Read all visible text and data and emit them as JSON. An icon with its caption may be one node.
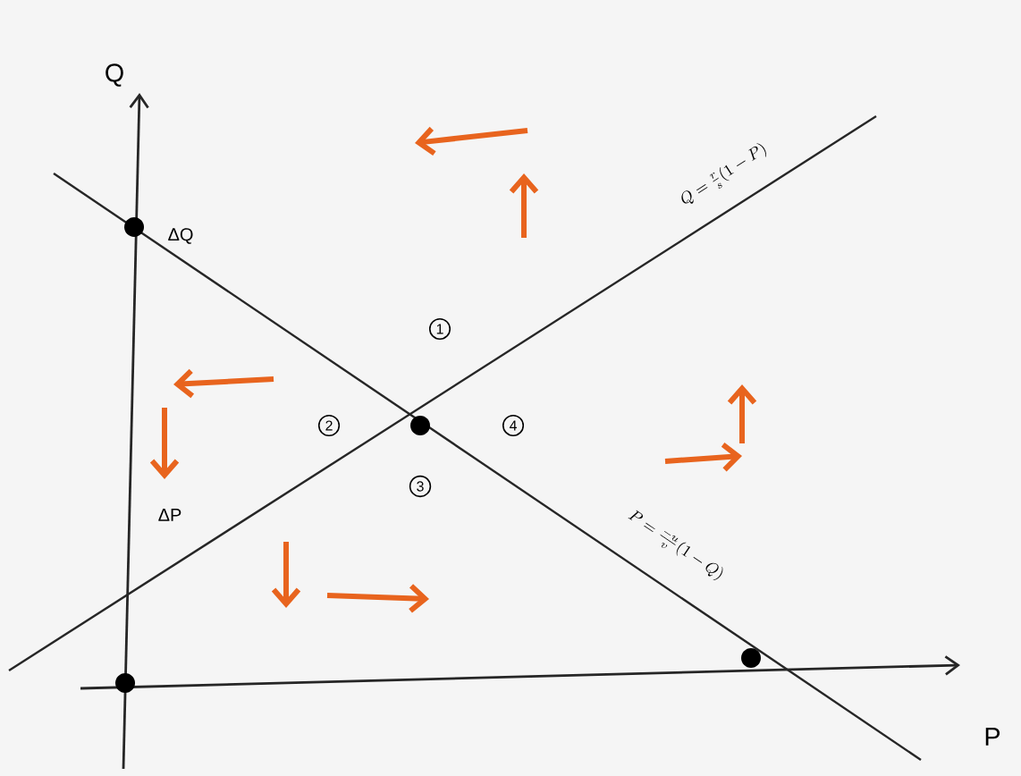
{
  "diagram": {
    "labels": [
      "Q",
      "ΔQ",
      "Q=\\frac{r}{s}(1-P)",
      "1",
      "2",
      "4",
      "3",
      "ΔP",
      "P=\\frac{-u}{v}(1-Q)",
      "P"
    ]
  }
}
